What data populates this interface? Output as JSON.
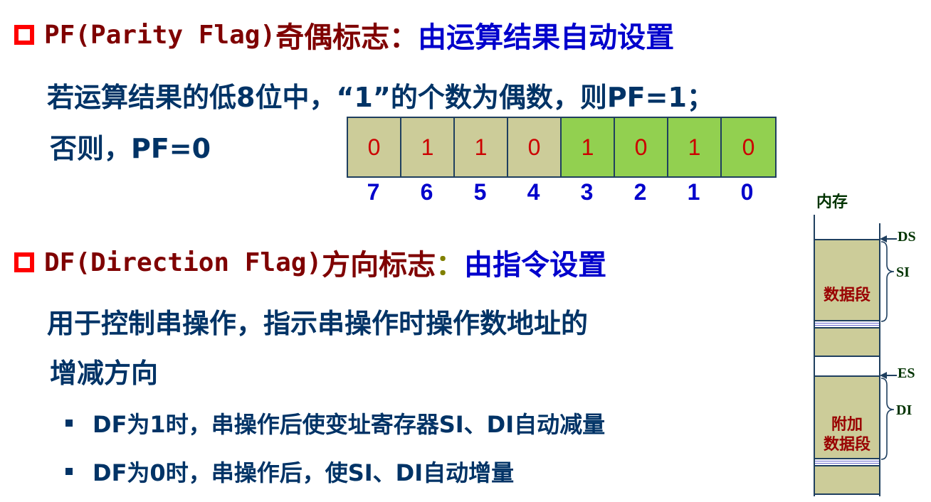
{
  "pf_section": {
    "bullet_icon": "hollow-square-icon",
    "title_code": "PF(Parity Flag)",
    "title_cn": " 奇偶标志",
    "colon": "：",
    "title_desc": "由运算结果自动设置",
    "line1": "若运算结果的低8位中，“1”的个数为偶数，则PF=1；",
    "line2": "否则，PF=0",
    "example_bits": [
      {
        "value": "0",
        "index": "7"
      },
      {
        "value": "1",
        "index": "6"
      },
      {
        "value": "1",
        "index": "5"
      },
      {
        "value": "0",
        "index": "4"
      },
      {
        "value": "1",
        "index": "3"
      },
      {
        "value": "0",
        "index": "2"
      },
      {
        "value": "1",
        "index": "1"
      },
      {
        "value": "0",
        "index": "0"
      }
    ],
    "colors": {
      "high_nibble": "#cccc99",
      "low_nibble": "#92d050",
      "bit_value": "#cc0000",
      "bit_index": "#0000cc"
    }
  },
  "df_section": {
    "bullet_icon": "hollow-square-icon",
    "title_code": "DF(Direction Flag)",
    "title_cn": "方向标志",
    "colon": "：",
    "title_desc": "由指令设置",
    "line1": "用于控制串操作，指示串操作时操作数地址的",
    "line2": "增减方向",
    "bullets": [
      "DF为1时，串操作后使变址寄存器SI、DI自动减量",
      "DF为0时，串操作后，使SI、DI自动增量"
    ]
  },
  "memory_diagram": {
    "title": "内存",
    "segments": [
      {
        "label": "数据段",
        "base_register": "DS",
        "offset_register": "SI"
      },
      {
        "label": "附加\n数据段",
        "label_line1": "附加",
        "label_line2": "数据段",
        "base_register": "ES",
        "offset_register": "DI"
      }
    ]
  }
}
